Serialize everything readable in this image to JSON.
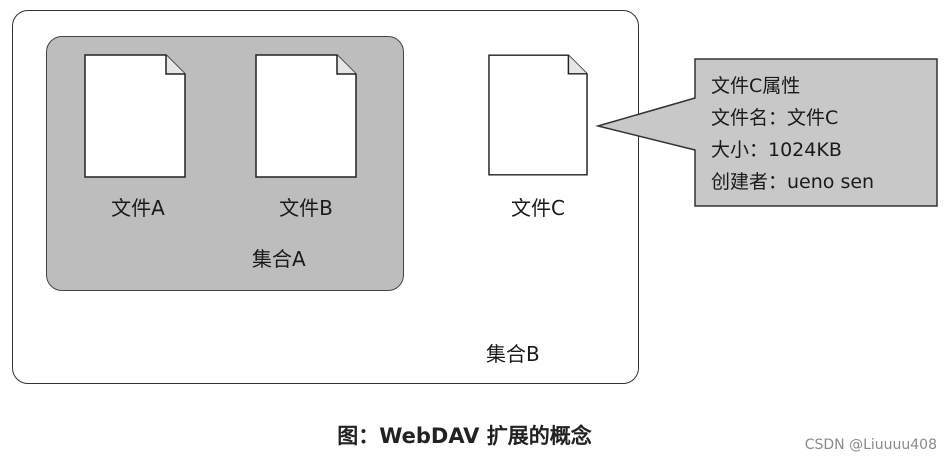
{
  "diagram": {
    "collection_a": {
      "label": "集合A",
      "files": [
        {
          "label": "文件A"
        },
        {
          "label": "文件B"
        }
      ]
    },
    "collection_b": {
      "label": "集合B",
      "file": {
        "label": "文件C"
      }
    },
    "callout": {
      "title": "文件C属性",
      "lines": [
        "文件名：文件C",
        "大小：1024KB",
        "创建者：ueno sen"
      ]
    },
    "caption": "图：WebDAV 扩展的概念"
  },
  "watermark": "CSDN @Liuuuu408",
  "colors": {
    "collection_a_fill": "#bdbdbd",
    "callout_fill": "#c8c8c8",
    "outline": "#333333"
  }
}
